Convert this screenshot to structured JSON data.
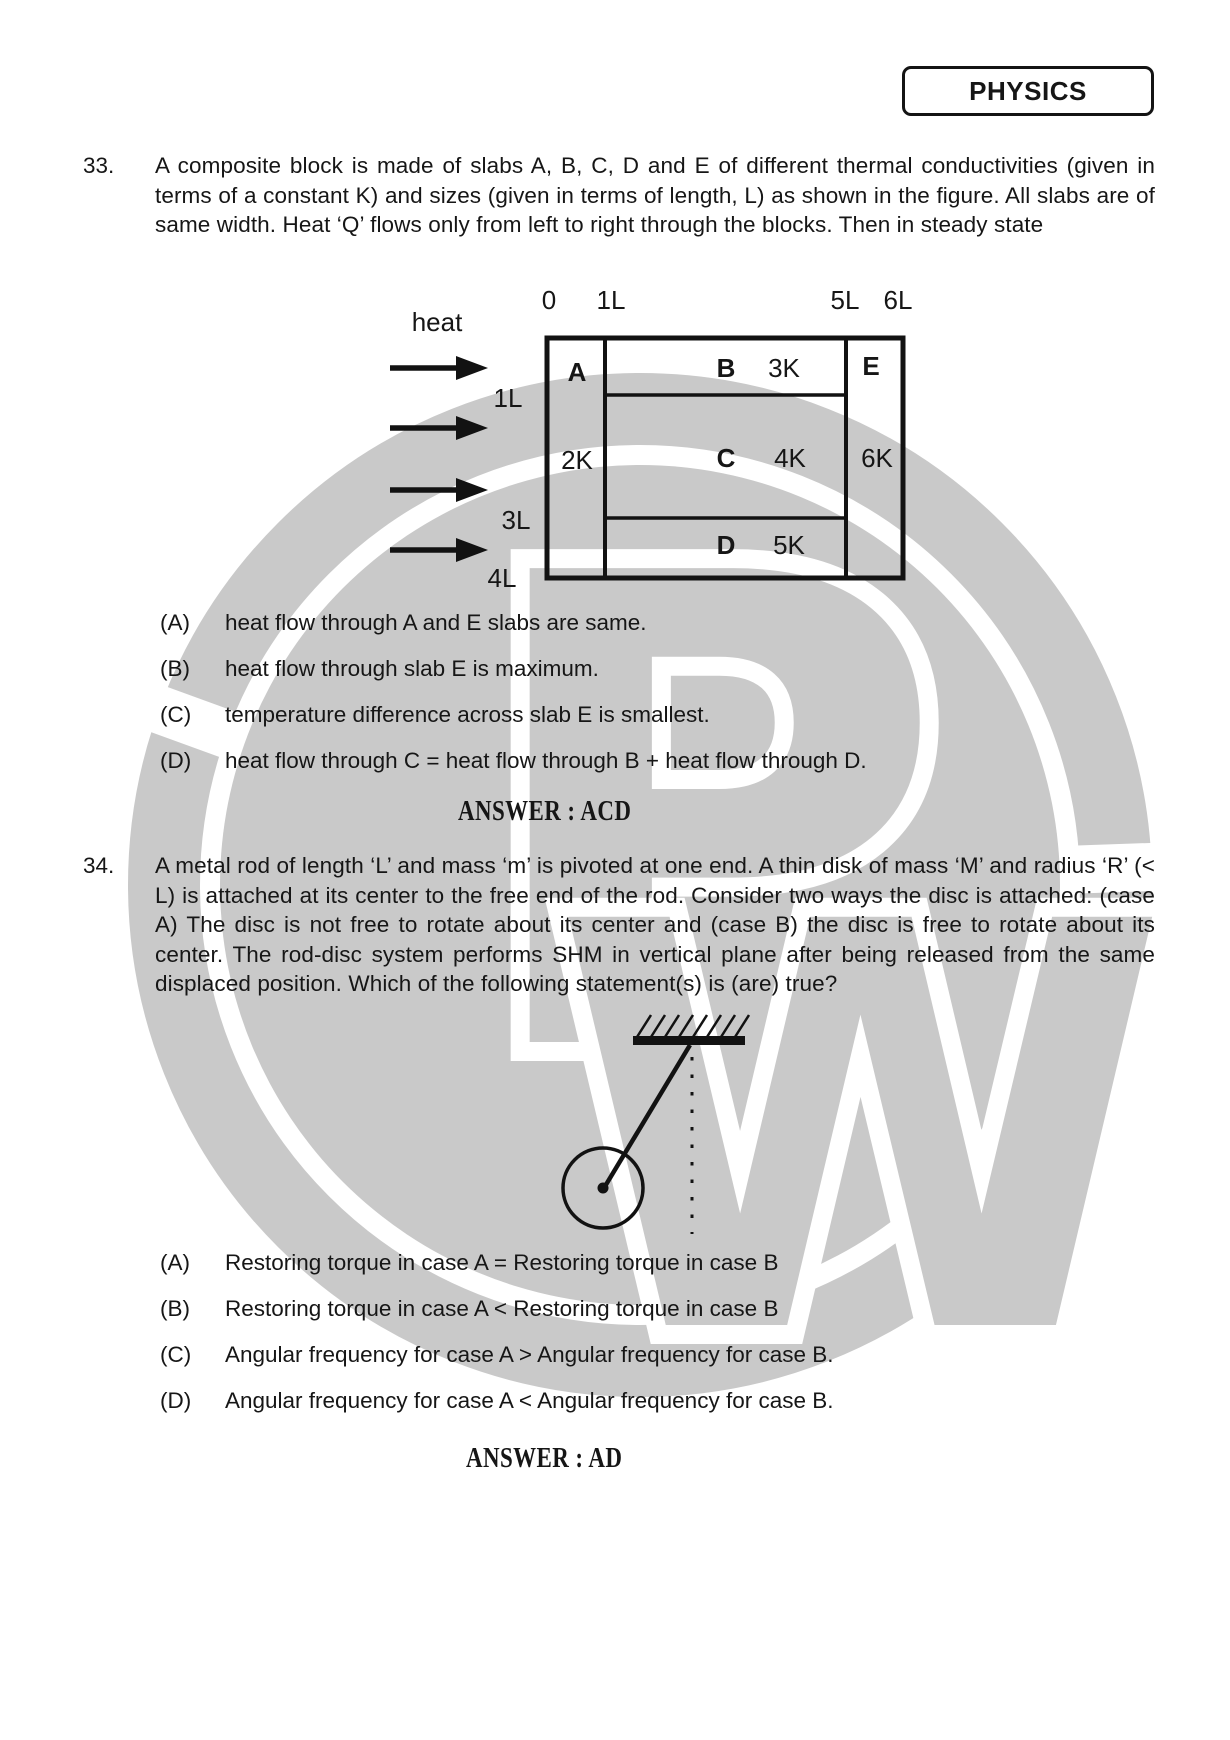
{
  "header": {
    "title": "PHYSICS"
  },
  "watermark": {
    "letter_p": "P",
    "letter_w": "W",
    "color": "#c9c9c9"
  },
  "q33": {
    "number": "33.",
    "text": "A composite block is made of slabs A, B, C, D and E of different thermal conductivities (given in terms of a constant K) and sizes (given in terms of length, L) as shown in the figure. All slabs are of same width. Heat ‘Q’ flows only from left to right through the blocks. Then in steady state",
    "figure": {
      "heat_label": "heat",
      "top_labels": [
        "0",
        "1L",
        "5L",
        "6L"
      ],
      "left_labels": [
        "1L",
        "3L",
        "4L"
      ],
      "slab_letters": [
        "A",
        "B",
        "C",
        "D",
        "E"
      ],
      "conductivities": [
        "2K",
        "3K",
        "4K",
        "5K",
        "6K"
      ]
    },
    "options": [
      {
        "label": "(A)",
        "text": "heat flow through A and E slabs are same."
      },
      {
        "label": "(B)",
        "text": "heat flow through slab E is maximum."
      },
      {
        "label": "(C)",
        "text": "temperature difference across slab E is smallest."
      },
      {
        "label": "(D)",
        "text": "heat flow through C = heat flow through B + heat flow through D."
      }
    ],
    "answer": "ANSWER : ACD"
  },
  "q34": {
    "number": "34.",
    "text": "A metal rod of length ‘L’ and mass ‘m’ is pivoted at one end. A thin disk of mass ‘M’ and radius ‘R’ (< L) is attached at its center to the free end of the rod. Consider two ways the disc is attached: (case A) The disc is not free to rotate about its center and (case B) the disc is free to rotate about its center. The rod-disc system performs SHM in vertical plane after being released from the same displaced position. Which of the following statement(s) is (are) true?",
    "options": [
      {
        "label": "(A)",
        "text": "Restoring torque in case A = Restoring torque in case B"
      },
      {
        "label": "(B)",
        "text": "Restoring torque in case A < Restoring torque in case B"
      },
      {
        "label": "(C)",
        "text": "Angular frequency for case A > Angular frequency for case B."
      },
      {
        "label": "(D)",
        "text": "Angular frequency for case A < Angular frequency for case B."
      }
    ],
    "answer": "ANSWER : AD"
  }
}
